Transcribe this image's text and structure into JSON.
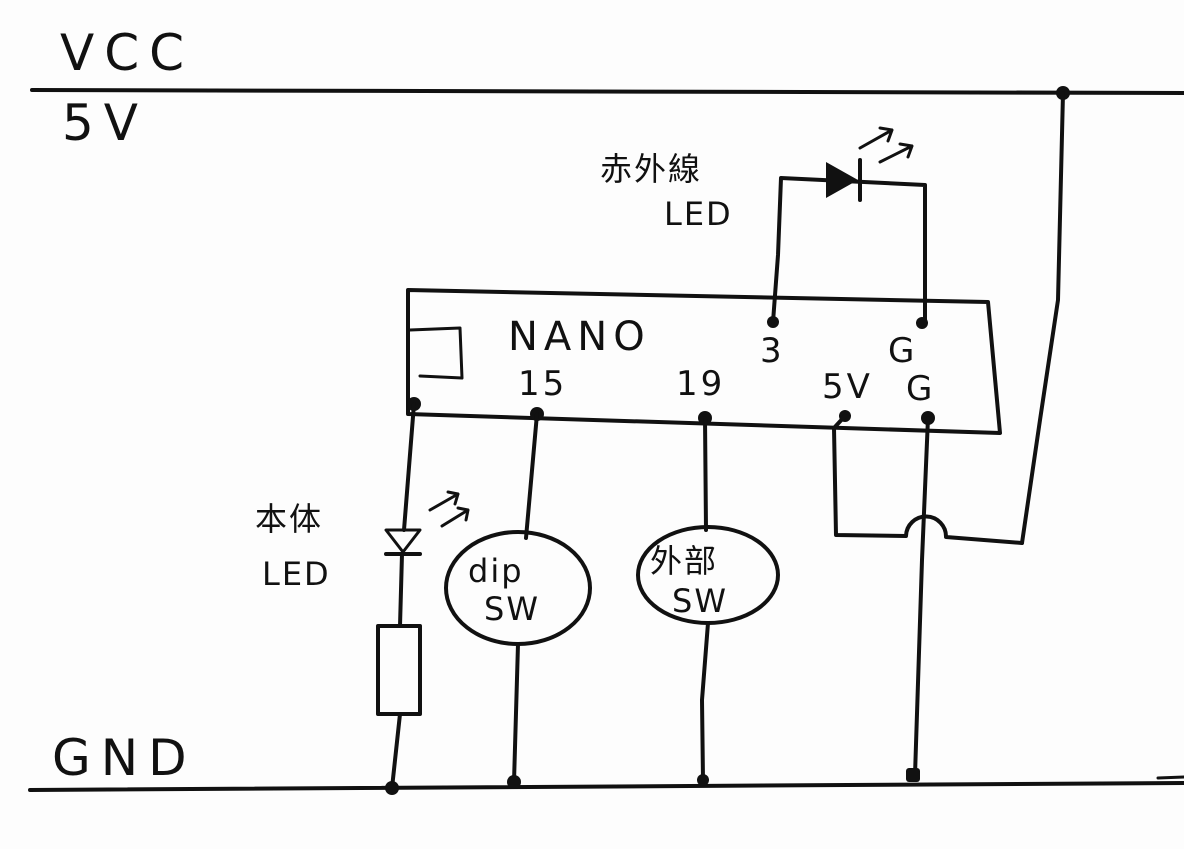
{
  "rails": {
    "vcc_label": "VCC",
    "vcc_voltage": "5V",
    "gnd_label": "GND"
  },
  "nano": {
    "label": "NANO",
    "top_pins": {
      "pin3": "3",
      "gnd": "G"
    },
    "bottom_pins": {
      "pin15": "15",
      "pin19": "19",
      "v5": "5V",
      "gnd": "G"
    }
  },
  "ir_led": {
    "line1": "赤外線",
    "line2": "LED"
  },
  "body_led": {
    "line1": "本体",
    "line2": "LED"
  },
  "dip_switch": {
    "line1": "dip",
    "line2": "SW"
  },
  "ext_switch": {
    "line1": "外部",
    "line2": "SW"
  }
}
